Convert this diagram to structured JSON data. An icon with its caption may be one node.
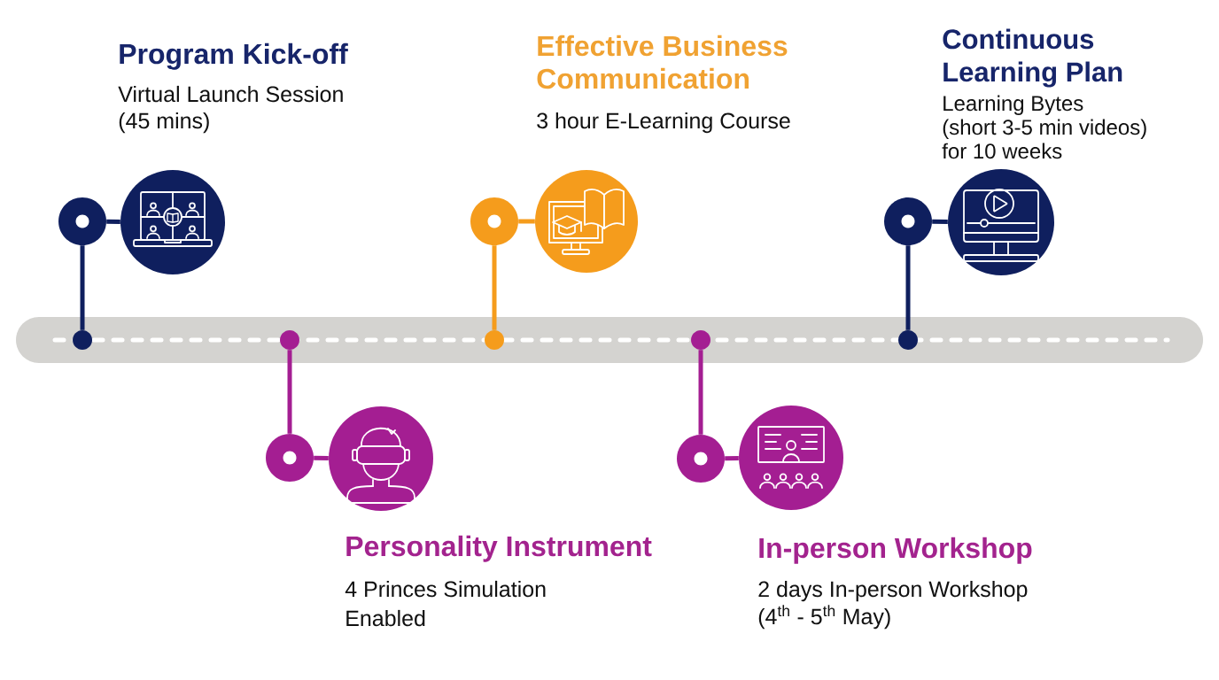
{
  "diagram": {
    "nodes": [
      {
        "text": [],
        "shape": "bar"
      },
      {
        "text": [],
        "shape": "circle",
        "in": 0
      },
      {
        "text": [],
        "shape": "circle"
      },
      {
        "text": [],
        "shape": "circle",
        "beside": [
          "Program Kick-off",
          "Virtual Launch Session (45 mins)"
        ]
      },
      {
        "text": [],
        "shape": "circle",
        "in": 0
      },
      {
        "text": [],
        "shape": "circle"
      },
      {
        "text": [],
        "shape": "circle",
        "beside": [
          "Personality Instrument",
          "4 Princes Simulation Enabled"
        ]
      },
      {
        "text": [],
        "shape": "circle",
        "in": 0
      },
      {
        "text": [],
        "shape": "circle"
      },
      {
        "text": [],
        "shape": "circle",
        "beside": [
          "Effective Business Communication",
          "3 hour E-Learning Course"
        ]
      },
      {
        "text": [],
        "shape": "circle",
        "in": 0
      },
      {
        "text": [],
        "shape": "circle"
      },
      {
        "text": [],
        "shape": "circle",
        "beside": [
          "In-person Workshop",
          "2 days In-person Workshop (4$^{th}$ - 5$^{th}$ May)"
        ]
      },
      {
        "text": [],
        "shape": "circle",
        "in": 0
      },
      {
        "text": [],
        "shape": "circle"
      },
      {
        "text": [],
        "shape": "circle",
        "beside": [
          "Continuous Learning Plan",
          "Learning Bytes (short 3-5 min videos) for 10 weeks"
        ]
      }
    ],
    "edges": [
      {
        "from": 1,
        "to": 2,
        "arrow": "none",
        "color": "#0f1f5e"
      },
      {
        "from": 2,
        "to": 3,
        "arrow": "none",
        "color": "#0f1f5e"
      },
      {
        "from": 4,
        "to": 5,
        "arrow": "none",
        "color": "#a41e92"
      },
      {
        "from": 5,
        "to": 6,
        "arrow": "none",
        "color": "#a41e92"
      },
      {
        "from": 7,
        "to": 8,
        "arrow": "none",
        "color": "#f59c1c"
      },
      {
        "from": 8,
        "to": 9,
        "arrow": "none",
        "color": "#f59c1c"
      },
      {
        "from": 10,
        "to": 11,
        "arrow": "none",
        "color": "#a41e92"
      },
      {
        "from": 11,
        "to": 12,
        "arrow": "none",
        "color": "#a41e92"
      },
      {
        "from": 13,
        "to": 14,
        "arrow": "none",
        "color": "#0f1f5e"
      },
      {
        "from": 14,
        "to": 15,
        "arrow": "none",
        "color": "#0f1f5e"
      }
    ]
  }
}
